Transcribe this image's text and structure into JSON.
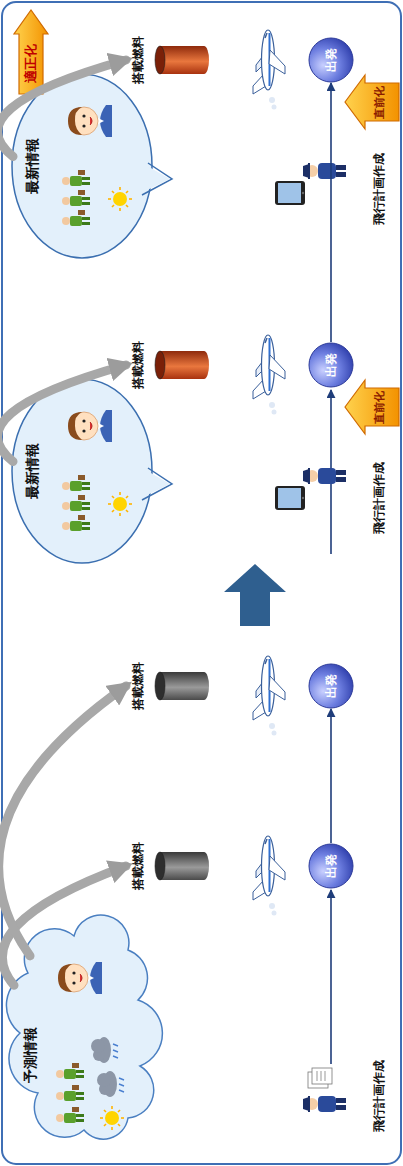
{
  "diagram": {
    "nodes": [
      {
        "text": [
          "予測情報"
        ]
      },
      {
        "text": [
          "搭載燃料"
        ]
      },
      {
        "text": [
          "出発"
        ]
      },
      {
        "text": [
          "搭載燃料"
        ]
      },
      {
        "text": [
          "出発"
        ]
      },
      {
        "text": [
          "最新情報"
        ]
      },
      {
        "text": [
          "搭載燃料"
        ]
      },
      {
        "text": [
          "出発"
        ]
      },
      {
        "text": [
          "直前化"
        ]
      },
      {
        "text": [
          "最新情報"
        ]
      },
      {
        "text": [
          "搭載燃料"
        ]
      },
      {
        "text": [
          "出発"
        ]
      },
      {
        "text": [
          "直前化"
        ]
      },
      {
        "text": [
          "適正化"
        ]
      }
    ],
    "edges": [
      {
        "from": 0,
        "to": 1,
        "arrow": "to"
      },
      {
        "from": 0,
        "to": 3,
        "arrow": "to"
      },
      {
        "from": 5,
        "to": 6,
        "arrow": "to"
      },
      {
        "from": 9,
        "to": 10,
        "arrow": "to"
      },
      {
        "from": 2,
        "to": 4,
        "arrow": "to"
      },
      {
        "from": 7,
        "to": 11,
        "arrow": "to"
      }
    ],
    "labels": [
      "飛行計画作成",
      "飛行計画作成",
      "飛行計画作成"
    ]
  }
}
